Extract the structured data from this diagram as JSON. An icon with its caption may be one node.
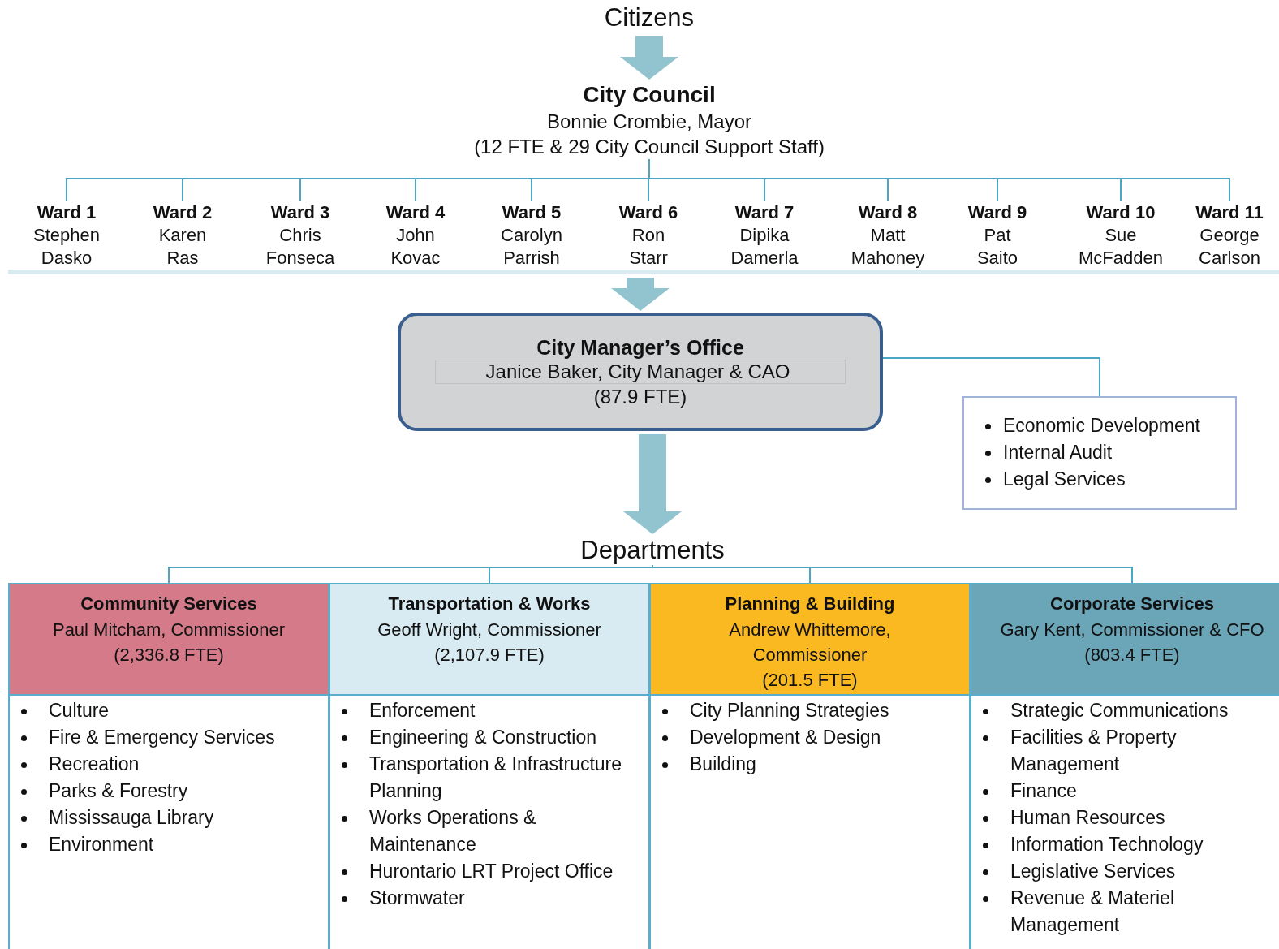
{
  "diagram": {
    "nodes": [
      {
        "text": [
          "Citizens"
        ]
      },
      {
        "text": [
          "City Council",
          "Bonnie Crombie, Mayor",
          "(12 FTE & 29 City Council Support Staff)"
        ]
      },
      {
        "text": [
          "Ward 1",
          "Stephen Dasko"
        ]
      },
      {
        "text": [
          "Ward 2",
          "Karen Ras"
        ]
      },
      {
        "text": [
          "Ward 3",
          "Chris Fonseca"
        ]
      },
      {
        "text": [
          "Ward 4",
          "John Kovac"
        ]
      },
      {
        "text": [
          "Ward 5",
          "Carolyn Parrish"
        ]
      },
      {
        "text": [
          "Ward 6",
          "Ron Starr"
        ]
      },
      {
        "text": [
          "Ward 7",
          "Dipika Damerla"
        ]
      },
      {
        "text": [
          "Ward 8",
          "Matt Mahoney"
        ]
      },
      {
        "text": [
          "Ward 9",
          "Pat Saito"
        ]
      },
      {
        "text": [
          "Ward 10",
          "Sue McFadden"
        ]
      },
      {
        "text": [
          "Ward 11",
          "George Carlson"
        ]
      },
      {
        "text": [],
        "shape": "bar"
      },
      {
        "text": [
          "City Manager’s Office",
          "Janice Baker, City Manager & CAO",
          "(87.9 FTE)"
        ]
      },
      {
        "text": [
          "Economic Development",
          "Internal Audit",
          "Legal Services"
        ]
      },
      {
        "text": [
          "Departments"
        ]
      },
      {
        "text": [
          "Community Services",
          "Paul Mitcham, Commissioner",
          "(2,336.8 FTE)",
          "Culture",
          "Fire & Emergency Services",
          "Recreation",
          "Parks & Forestry",
          "Mississauga Library",
          "Environment"
        ]
      },
      {
        "text": [
          "Transportation & Works",
          "Geoff Wright, Commissioner",
          "(2,107.9 FTE)",
          "Enforcement",
          "Engineering & Construction",
          "Transportation & Infrastructure Planning",
          "Works Operations & Maintenance",
          "Hurontario LRT Project Office",
          "Stormwater"
        ]
      },
      {
        "text": [
          "Planning & Building",
          "Andrew Whittemore, Commissioner",
          "(201.5 FTE)",
          "City Planning Strategies",
          "Development & Design",
          "Building"
        ]
      },
      {
        "text": [
          "Corporate Services",
          "Gary Kent, Commissioner & CFO",
          "(803.4 FTE)",
          "Strategic Communications",
          "Facilities & Property Management",
          "Finance",
          "Human Resources",
          "Information Technology",
          "Legislative Services",
          "Revenue & Materiel Management"
        ]
      }
    ],
    "edges": [
      {
        "from": 0,
        "to": 1,
        "arrow": "to",
        "style": "thick",
        "color": "#92c4cf"
      },
      {
        "from": 1,
        "to": 2,
        "arrow": "none"
      },
      {
        "from": 1,
        "to": 3,
        "arrow": "none"
      },
      {
        "from": 1,
        "to": 4,
        "arrow": "none"
      },
      {
        "from": 1,
        "to": 5,
        "arrow": "none"
      },
      {
        "from": 1,
        "to": 6,
        "arrow": "none"
      },
      {
        "from": 1,
        "to": 7,
        "arrow": "none"
      },
      {
        "from": 1,
        "to": 8,
        "arrow": "none"
      },
      {
        "from": 1,
        "to": 9,
        "arrow": "none"
      },
      {
        "from": 1,
        "to": 10,
        "arrow": "none"
      },
      {
        "from": 1,
        "to": 11,
        "arrow": "none"
      },
      {
        "from": 1,
        "to": 12,
        "arrow": "none"
      },
      {
        "from": 13,
        "to": 14,
        "arrow": "to",
        "style": "thick",
        "color": "#92c4cf"
      },
      {
        "from": 14,
        "to": 15,
        "arrow": "none"
      },
      {
        "from": 14,
        "to": 16,
        "arrow": "to",
        "style": "thick",
        "color": "#92c4cf"
      },
      {
        "from": 16,
        "to": 17,
        "arrow": "none"
      },
      {
        "from": 16,
        "to": 18,
        "arrow": "none"
      },
      {
        "from": 16,
        "to": 19,
        "arrow": "none"
      },
      {
        "from": 16,
        "to": 20,
        "arrow": "none"
      }
    ]
  }
}
